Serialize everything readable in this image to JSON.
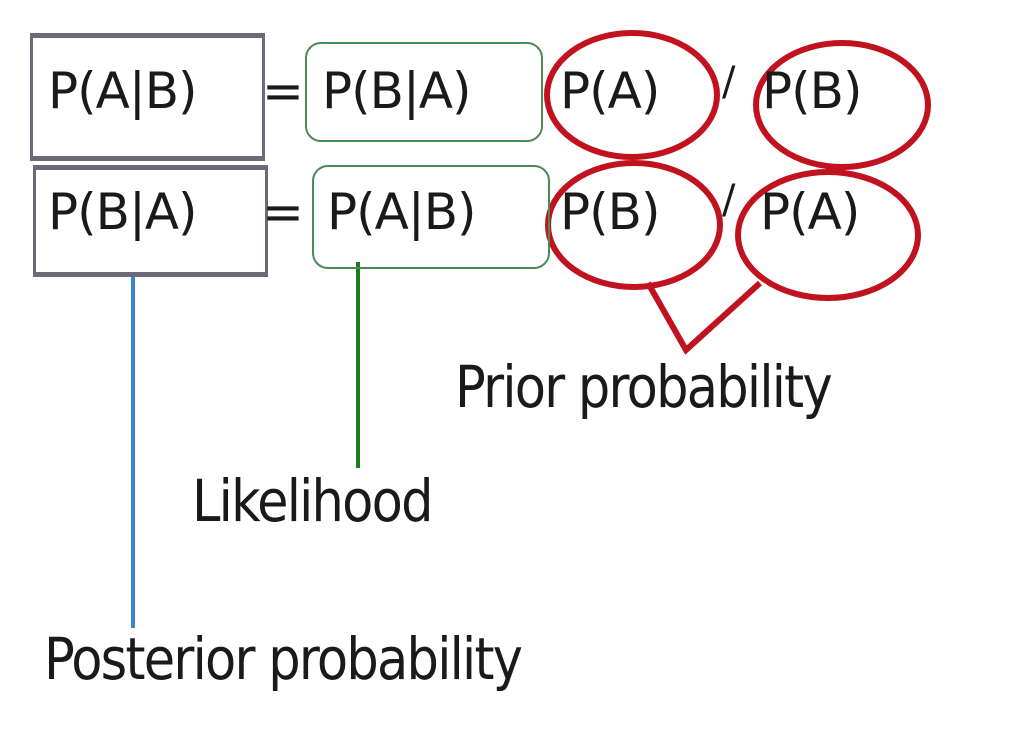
{
  "equations": [
    {
      "posterior": "P(A|B)",
      "equals": "=",
      "likelihood": "P(B|A)",
      "prior_numerator": "P(A)",
      "divide": "/",
      "prior_denominator": "P(B)"
    },
    {
      "posterior": "P(B|A)",
      "equals": "=",
      "likelihood": "P(A|B)",
      "prior_numerator": "P(B)",
      "divide": "/",
      "prior_denominator": "P(A)"
    }
  ],
  "labels": {
    "prior": "Prior probability",
    "likelihood": "Likelihood",
    "posterior": "Posterior probability"
  },
  "colors": {
    "posterior_line": "#3a86c8",
    "likelihood_line": "#1f7a1f",
    "prior_circle": "#c0121f",
    "posterior_box": "#6b6b78",
    "likelihood_box": "#4a8a55"
  }
}
